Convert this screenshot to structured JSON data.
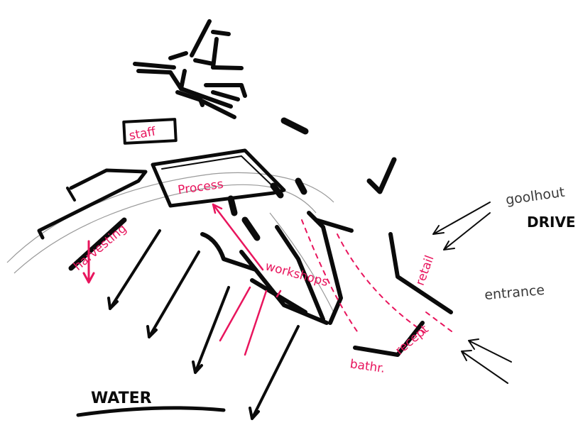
{
  "labels": {
    "staff": "staff",
    "process": "Process",
    "harvesting": "harvesting",
    "workshops": "workshops",
    "retail": "retail",
    "reception": "recept",
    "bath": "bathr.",
    "road_name": "goolhout",
    "drive": "DRIVE",
    "entrance": "entrance",
    "water": "WATER"
  },
  "colors": {
    "ink": "#0b0b0b",
    "accent": "#e8155d",
    "pencil": "#3a3a3a",
    "paper": "#ffffff"
  }
}
